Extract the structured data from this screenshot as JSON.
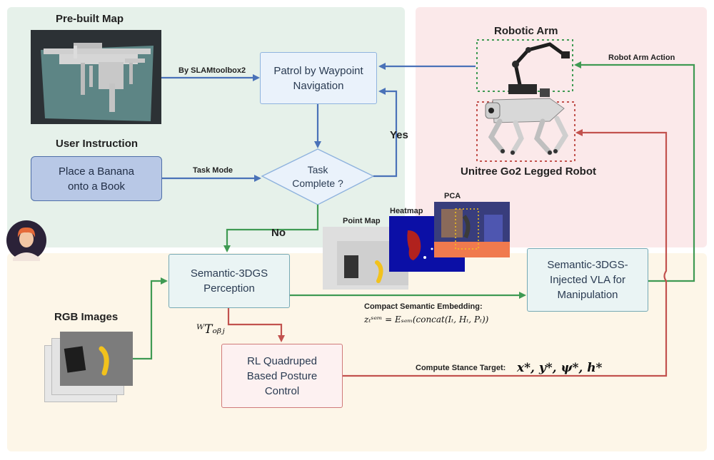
{
  "titles": {
    "prebuilt_map": "Pre-built Map",
    "user_instruction": "User Instruction",
    "robotic_arm": "Robotic Arm",
    "legged_robot": "Unitree Go2 Legged  Robot",
    "rgb_images": "RGB Images",
    "point_map": "Point Map",
    "heatmap": "Heatmap",
    "pca": "PCA"
  },
  "nodes": {
    "patrol": "Patrol by Waypoint Navigation",
    "task_complete": "Task Complete ?",
    "perception": "Semantic-3DGS Perception",
    "vla": "Semantic-3DGS-Injected VLA for Manipulation",
    "rl": "RL Quadruped Based Posture Control"
  },
  "instruction_text": "Place a Banana onto a Book",
  "edge_labels": {
    "slam": "By SLAMtoolbox2",
    "task_mode": "Task Mode",
    "yes": "Yes",
    "no": "No",
    "robot_arm_action": "Robot Arm Action",
    "compact_embedding": "Compact Semantic Embedding:",
    "stance_target": "Compute Stance Target:"
  },
  "math": {
    "embedding_formula": "zₜˢᵉᵐ = Eₛₑₘ(concat(Iₜ, Hₜ, Pₜ))",
    "transform": "ᵂTₒᵦⱼ",
    "stance_vars": "x*, y*, ψ*, h*"
  },
  "colors": {
    "region_green": "#e6f1ea",
    "region_pink": "#fbe9ea",
    "region_cream": "#fdf6e8",
    "arrow_blue": "#4a72b8",
    "arrow_green": "#3f9a53",
    "arrow_red": "#c2524e"
  },
  "icons": [
    "user-avatar-icon",
    "robot-dog-icon",
    "robot-arm-icon"
  ]
}
